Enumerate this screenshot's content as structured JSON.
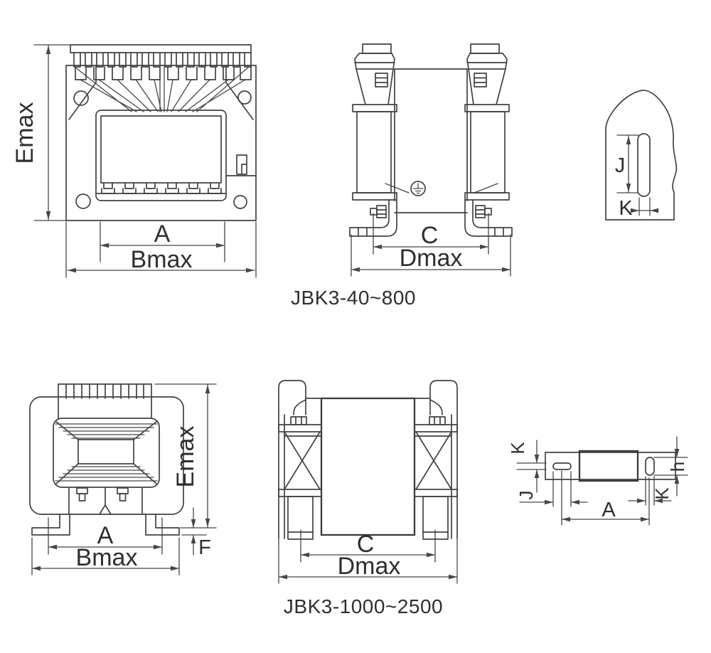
{
  "figure_top": {
    "caption": "JBK3-40~800",
    "front_view": {
      "emax": "Emax",
      "a": "A",
      "bmax": "Bmax"
    },
    "side_view": {
      "c": "C",
      "dmax": "Dmax"
    },
    "foot_detail": {
      "j": "J",
      "k": "K"
    }
  },
  "figure_bottom": {
    "caption": "JBK3-1000~2500",
    "front_view": {
      "emax": "Emax",
      "a": "A",
      "bmax": "Bmax",
      "f": "F"
    },
    "side_view": {
      "c": "C",
      "dmax": "Dmax"
    },
    "base_detail": {
      "k_top": "K",
      "j": "J",
      "a": "A",
      "h": "h",
      "k_right": "K"
    }
  }
}
